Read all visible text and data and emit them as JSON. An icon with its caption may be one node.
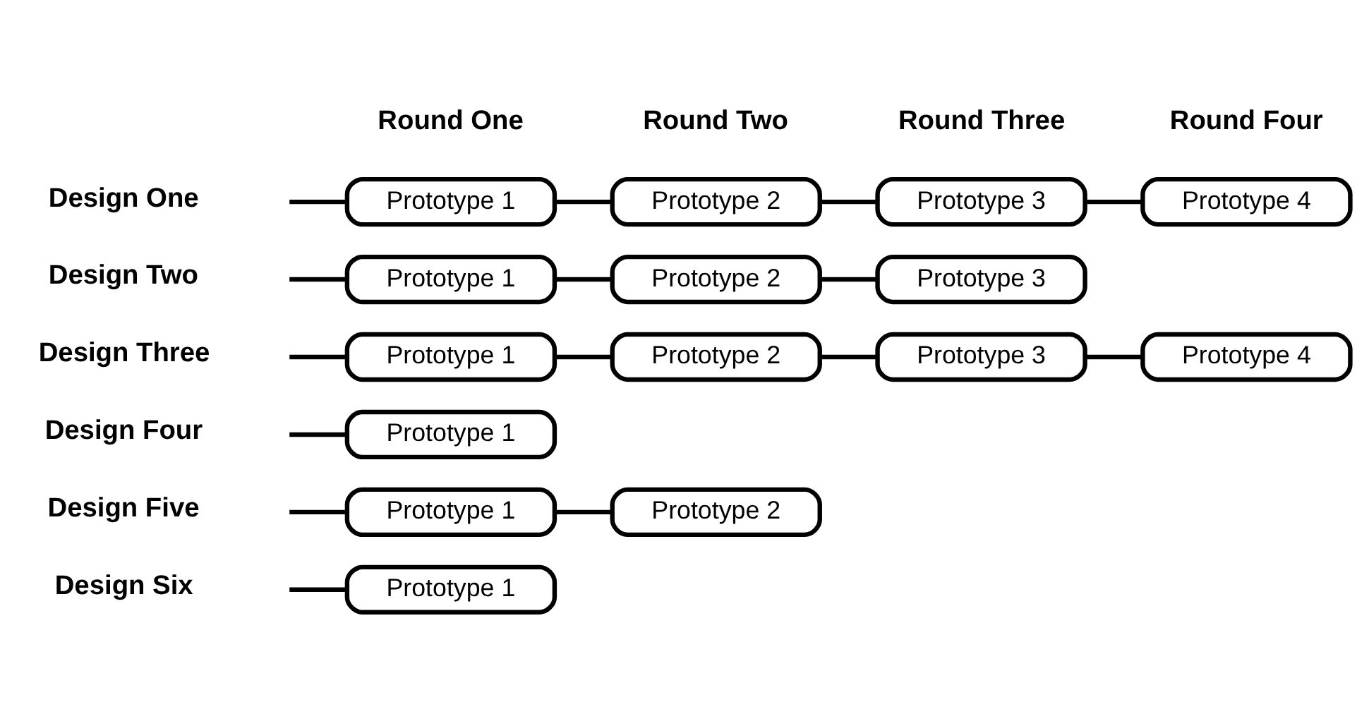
{
  "diagram": {
    "nodes": [
      {
        "text": [
          "Prototype 1"
        ]
      },
      {
        "text": [
          "Prototype 2"
        ]
      },
      {
        "text": [
          "Prototype 3"
        ]
      },
      {
        "text": [
          "Prototype 4"
        ]
      },
      {
        "text": [
          "Prototype 1"
        ]
      },
      {
        "text": [
          "Prototype 2"
        ]
      },
      {
        "text": [
          "Prototype 3"
        ]
      },
      {
        "text": [
          "Prototype 1"
        ]
      },
      {
        "text": [
          "Prototype 2"
        ]
      },
      {
        "text": [
          "Prototype 3"
        ]
      },
      {
        "text": [
          "Prototype 4"
        ]
      },
      {
        "text": [
          "Prototype 1"
        ]
      },
      {
        "text": [
          "Prototype 1"
        ]
      },
      {
        "text": [
          "Prototype 2"
        ]
      },
      {
        "text": [
          "Prototype 1"
        ]
      }
    ],
    "edges": [
      {
        "from": null,
        "to": 0,
        "arrow": "none"
      },
      {
        "from": 0,
        "to": 1,
        "arrow": "none"
      },
      {
        "from": 1,
        "to": 2,
        "arrow": "none"
      },
      {
        "from": 2,
        "to": 3,
        "arrow": "none"
      },
      {
        "from": null,
        "to": 4,
        "arrow": "none"
      },
      {
        "from": 4,
        "to": 5,
        "arrow": "none"
      },
      {
        "from": 5,
        "to": 6,
        "arrow": "none"
      },
      {
        "from": null,
        "to": 7,
        "arrow": "none"
      },
      {
        "from": 7,
        "to": 8,
        "arrow": "none"
      },
      {
        "from": 8,
        "to": 9,
        "arrow": "none"
      },
      {
        "from": 9,
        "to": 10,
        "arrow": "none"
      },
      {
        "from": null,
        "to": 11,
        "arrow": "none"
      },
      {
        "from": null,
        "to": 12,
        "arrow": "none"
      },
      {
        "from": 12,
        "to": 13,
        "arrow": "none"
      },
      {
        "from": null,
        "to": 14,
        "arrow": "none"
      }
    ],
    "labels": [
      "Round One",
      "Round Two",
      "Round Three",
      "Round Four",
      "Design One",
      "Design Two",
      "Design Three",
      "Design Four",
      "Design Five",
      "Design Six"
    ]
  }
}
